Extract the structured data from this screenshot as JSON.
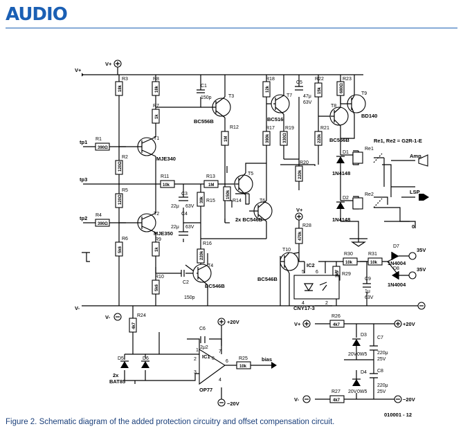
{
  "brand": "AUDIO",
  "caption": "Figure 2. Schematic diagram of the added protection circuitry and offset compensation circuit.",
  "drawing_code": "010001 - 12",
  "rails": {
    "vplus": "V+",
    "vminus": "V-",
    "pos20": "+20V",
    "neg20": "−20V",
    "zero": "0",
    "relay_note": "Re1, Re2 = G2R-1-E"
  },
  "terminals": {
    "tp1": "tp1",
    "tp2": "tp2",
    "tp3": "tp3",
    "amp": "Amp.",
    "lsp": "LSP",
    "bias": "bias",
    "ac1": "35V",
    "ac2": "35V"
  },
  "resistors": {
    "R1": [
      "R1",
      "390Ω"
    ],
    "R2": [
      "R2",
      "120Ω"
    ],
    "R3": [
      "R3",
      "18k"
    ],
    "R4": [
      "R4",
      "390Ω"
    ],
    "R5": [
      "R5",
      "120Ω"
    ],
    "R6": [
      "R6",
      "5k6"
    ],
    "R7": [
      "R7",
      "1k"
    ],
    "R8": [
      "R8",
      "18k"
    ],
    "R9": [
      "R9",
      "1k"
    ],
    "R10": [
      "R10",
      "5k6"
    ],
    "R11": [
      "R11",
      "10k"
    ],
    "R12": [
      "R12",
      "1M"
    ],
    "R13": [
      "R13",
      "1M"
    ],
    "R14": [
      "R14",
      "150k"
    ],
    "R15": [
      "R15",
      "39k"
    ],
    "R16": [
      "R16",
      "220k"
    ],
    "R17": [
      "R17",
      "390k"
    ],
    "R18": [
      "R18",
      "12k"
    ],
    "R19": [
      "R19",
      "330Ω"
    ],
    "R20": [
      "R20",
      "220k"
    ],
    "R21": [
      "R21",
      "220k"
    ],
    "R22": [
      "R22",
      "15k"
    ],
    "R23": [
      "R23",
      "680Ω"
    ],
    "R24": [
      "R24",
      "4k7"
    ],
    "R25": [
      "R25",
      "10k"
    ],
    "R26": [
      "R26",
      "4k7"
    ],
    "R27": [
      "R27",
      "4k7"
    ],
    "R28": [
      "R28",
      "470k"
    ],
    "R29": [
      "R29",
      "3k9"
    ],
    "R30": [
      "R30",
      "10k"
    ],
    "R31": [
      "R31",
      "10k"
    ]
  },
  "capacitors": {
    "C1": [
      "C1",
      "150p"
    ],
    "C2": [
      "C2",
      "150p"
    ],
    "C3": [
      "C3",
      "22μ",
      "63V"
    ],
    "C4": [
      "C4",
      "22μ",
      "63V"
    ],
    "C5": [
      "C5",
      "47μ",
      "63V"
    ],
    "C6": [
      "C6",
      "2μ2"
    ],
    "C7": [
      "C7",
      "220μ",
      "25V"
    ],
    "C8": [
      "C8",
      "220μ",
      "25V"
    ],
    "C9": [
      "C9",
      "1μ",
      "63V"
    ]
  },
  "transistors": {
    "T1": [
      "T1",
      "MJE340"
    ],
    "T2": [
      "T2",
      "MJE350"
    ],
    "T3": [
      "T3",
      "BC556B"
    ],
    "T4": [
      "T4",
      "BC546B"
    ],
    "T5": [
      "T5",
      ""
    ],
    "T6": [
      "T6",
      ""
    ],
    "T56": "2x BC546B",
    "T7": [
      "T7",
      "BC516"
    ],
    "T8": [
      "T8",
      "BC556B"
    ],
    "T9": [
      "T9",
      "BD140"
    ],
    "T10": [
      "T10",
      "BC546B"
    ]
  },
  "diodes": {
    "D1": [
      "D1",
      "1N4148"
    ],
    "D2": [
      "D2",
      "1N4148"
    ],
    "D3": [
      "D3",
      "20V",
      "0W5"
    ],
    "D4": [
      "D4",
      "20V",
      "0W5"
    ],
    "D5": [
      "D5"
    ],
    "D6": [
      "D6"
    ],
    "D56": [
      "2x",
      "BAT85"
    ],
    "D7": [
      "D7",
      "1N4004"
    ],
    "D8": [
      "D8",
      "1N4004"
    ]
  },
  "ics": {
    "IC1": [
      "IC1",
      "OP77"
    ],
    "IC2": [
      "IC2",
      "CNY17-3"
    ]
  },
  "relays": {
    "Re1": "Re1",
    "Re2": "Re2"
  },
  "pins": {
    "ic1": [
      "1",
      "2",
      "3",
      "4",
      "6",
      "7",
      "8"
    ],
    "ic2": [
      "5",
      "6",
      "1",
      "4",
      "2"
    ]
  }
}
